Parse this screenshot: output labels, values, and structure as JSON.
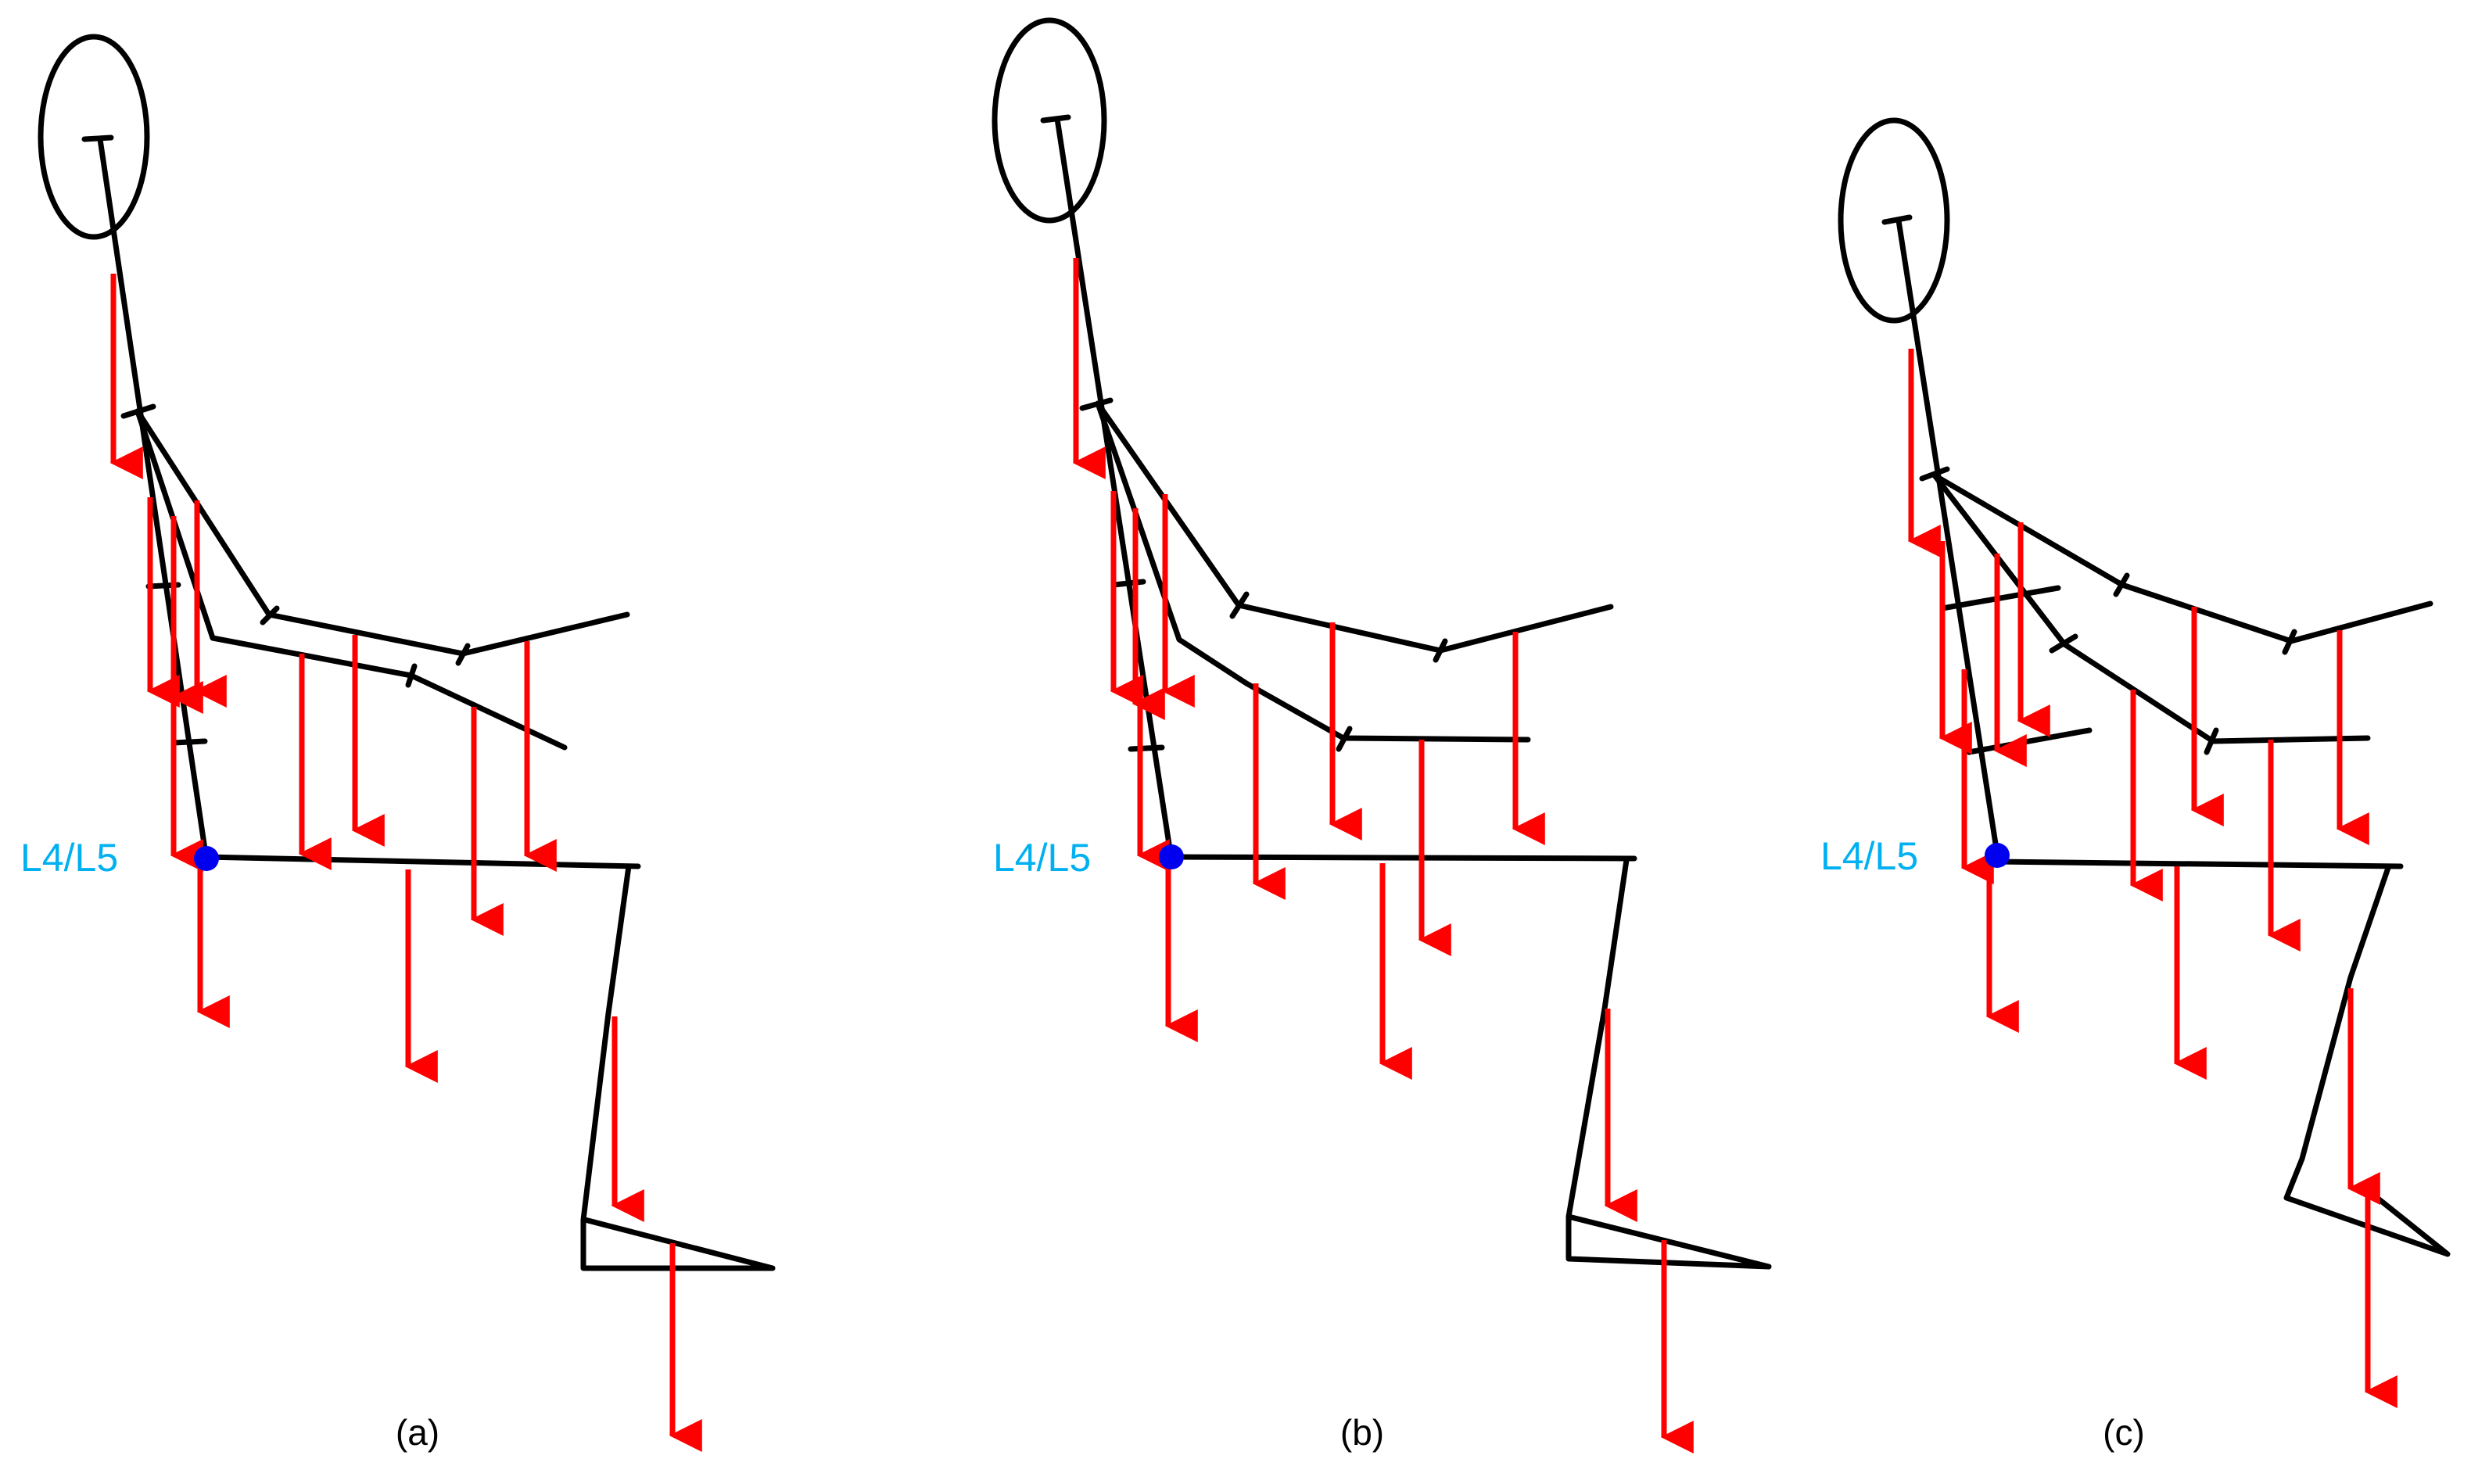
{
  "colors": {
    "skeleton": "#000000",
    "force_arrow": "#ff0000",
    "joint_marker": "#0000ee",
    "joint_label": "#00b0f0",
    "background": "#ffffff"
  },
  "panels": [
    {
      "caption": "(a)",
      "joint_label": "L4/L5"
    },
    {
      "caption": "(b)",
      "joint_label": "L4/L5"
    },
    {
      "caption": "(c)",
      "joint_label": "L4/L5"
    }
  ]
}
